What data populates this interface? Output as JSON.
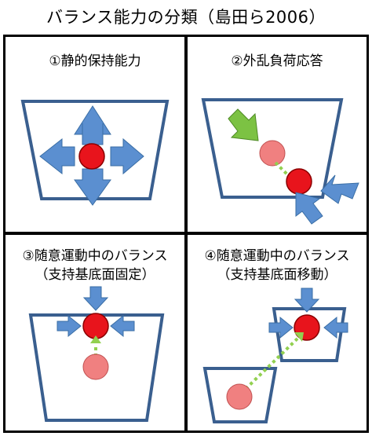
{
  "title": "バランス能力の分類（島田ら2006）",
  "panels": [
    {
      "label": "①静的保持能力"
    },
    {
      "label": "②外乱負荷応答"
    },
    {
      "label": "③随意運動中のバランス",
      "sublabel": "（支持基底面固定）"
    },
    {
      "label": "④随意運動中のバランス",
      "sublabel": "（支持基底面移動）"
    }
  ],
  "colors": {
    "container_outline": "#3a5f8f",
    "arrow_blue": "#5b8fd0",
    "arrow_green": "#7cc243",
    "ball_current": "#e8141c",
    "ball_previous": "#f08080",
    "dotted_path": "#92d050"
  },
  "icons": [
    "arrow-up-icon",
    "arrow-down-icon",
    "arrow-left-icon",
    "arrow-right-icon",
    "arrow-diagonal-icon",
    "ball-icon"
  ]
}
